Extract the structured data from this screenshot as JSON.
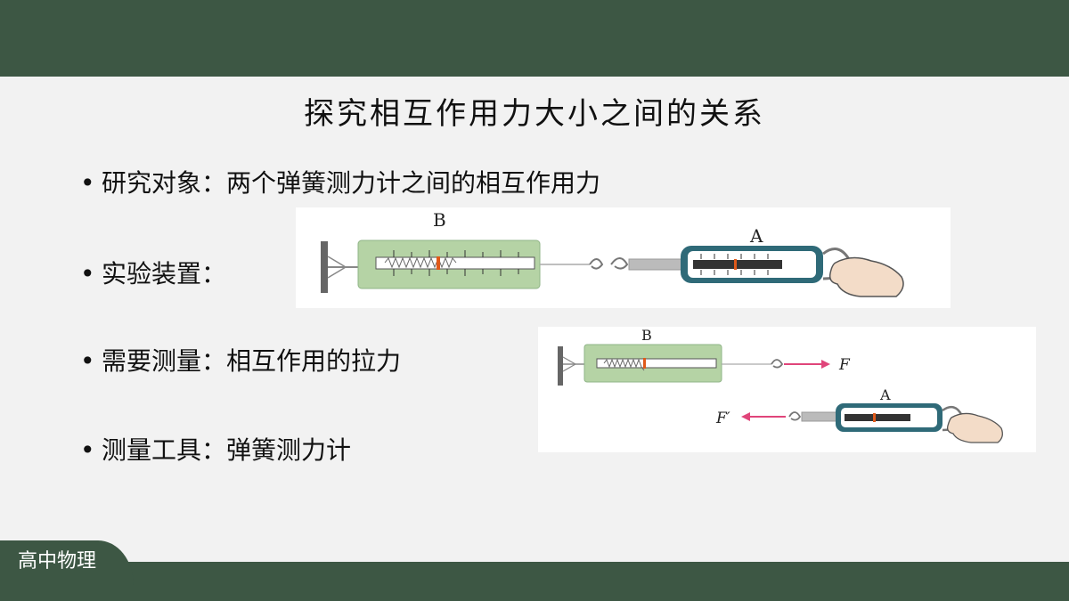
{
  "slide": {
    "title": "探究相互作用力大小之间的关系",
    "bullets": [
      {
        "text": "研究对象：两个弹簧测力计之间的相互作用力"
      },
      {
        "text": "实验装置："
      },
      {
        "text": "需要测量：相互作用的拉力"
      },
      {
        "text": "测量工具：弹簧测力计"
      }
    ],
    "bullet_glyph": "•",
    "footer_tag": "高中物理"
  },
  "figure_top": {
    "label_b": "B",
    "label_a": "A"
  },
  "figure_bottom": {
    "label_b": "B",
    "label_a": "A",
    "force_f": "F",
    "force_f_prime": "F′"
  },
  "colors": {
    "bar": "#3d5744",
    "background": "#f2f2f2",
    "meter_b": "#b5d3a5",
    "meter_a_frame": "#2f6a78",
    "pointer": "#e05a1a",
    "force_arrow": "#e0457a"
  }
}
